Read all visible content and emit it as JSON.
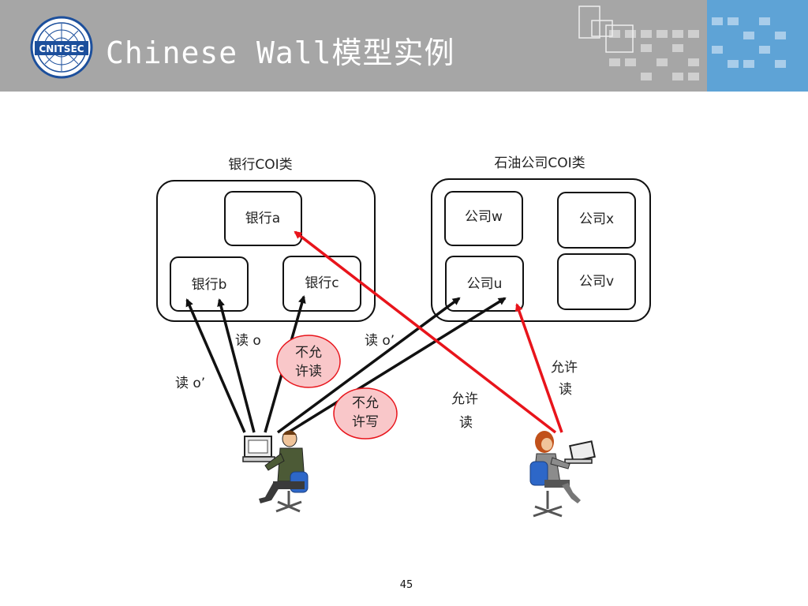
{
  "slide": {
    "title": "Chinese Wall模型实例",
    "page_number": "45"
  },
  "logo": {
    "text": "CNITSEC"
  },
  "diagram": {
    "groups": [
      {
        "label": "银行COI类",
        "items": [
          "银行a",
          "银行b",
          "银行c"
        ]
      },
      {
        "label": "石油公司COI类",
        "items": [
          "公司w",
          "公司x",
          "公司u",
          "公司v"
        ]
      }
    ],
    "edge_labels": {
      "read_o": "读 o",
      "read_o_prime_left": "读 o’",
      "read_o_prime_right": "读 o’",
      "allow_read_1": "允许读",
      "allow_read_2": "允许读"
    },
    "denied": {
      "no_read": [
        "不允",
        "许读"
      ],
      "no_write": [
        "不允",
        "许写"
      ]
    },
    "colors": {
      "arrow_black": "#111111",
      "arrow_red": "#e8141b",
      "denied_fill": "#f9c7c9",
      "denied_stroke": "#e8141b"
    }
  }
}
